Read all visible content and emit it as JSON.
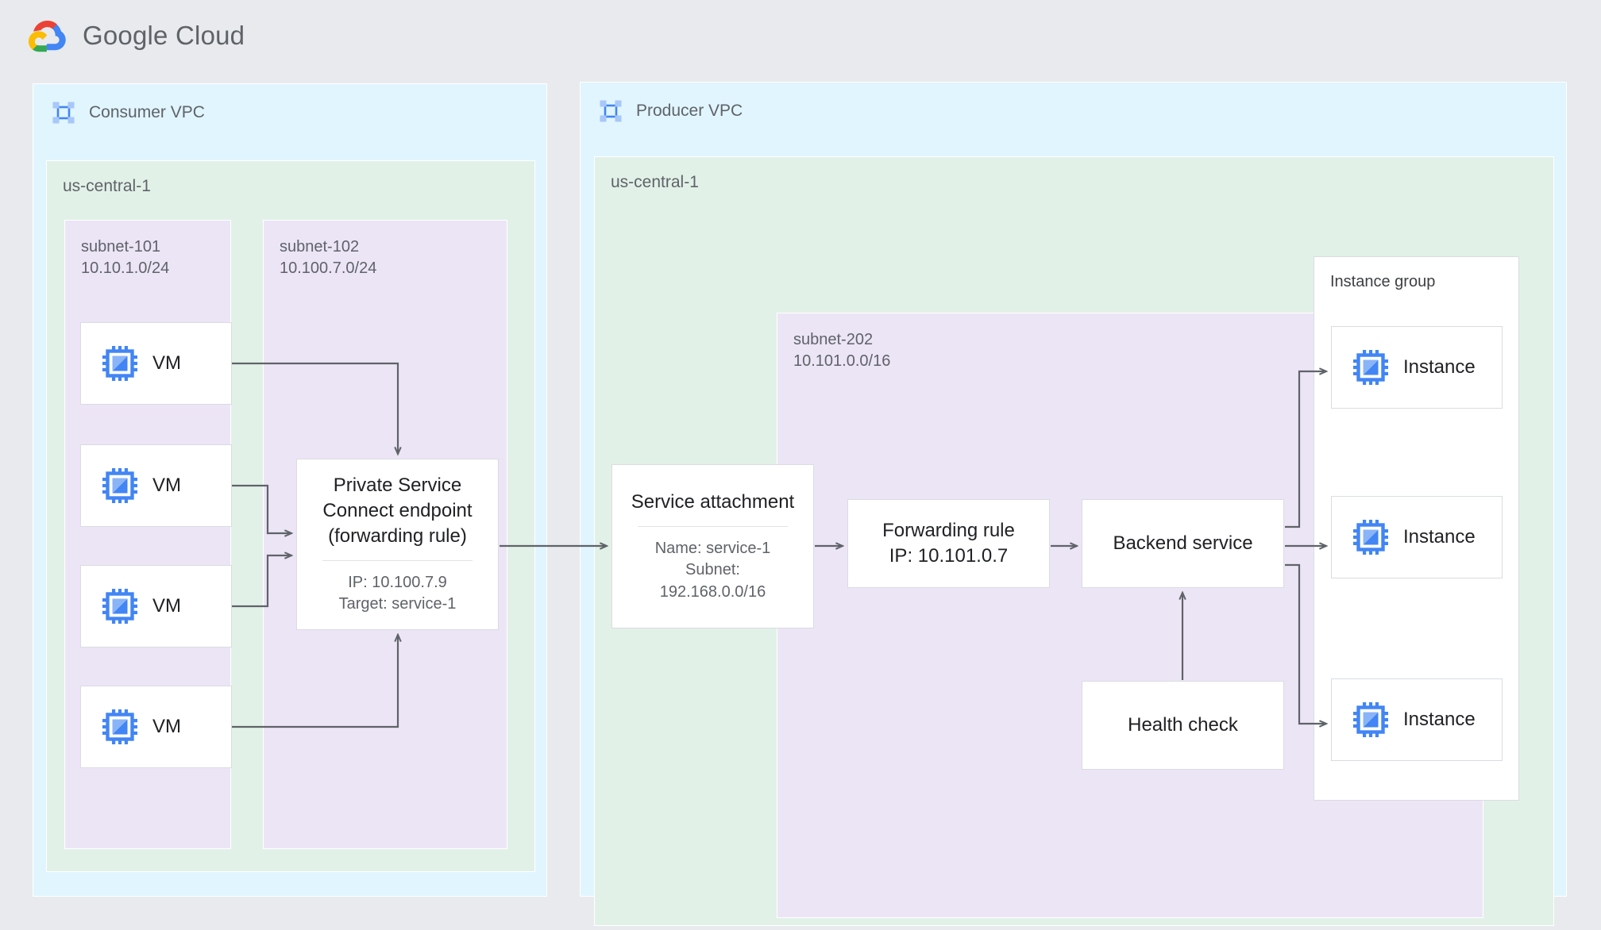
{
  "header": {
    "brand_google": "Google",
    "brand_cloud": "Cloud",
    "logo_icon": "google-cloud-logo-icon"
  },
  "colors": {
    "page_background": "#e8eaed",
    "vpc_fill": "#e1f5fe",
    "region_fill": "#e2f1e8",
    "subnet_fill": "#ece5f6",
    "card_fill": "#ffffff",
    "card_border": "#dadce0",
    "edge_stroke": "#5f6368",
    "text_primary": "#202124",
    "text_secondary": "#5f6368",
    "icon_blue": "#4285f4",
    "icon_blue_light": "#a0c3ff",
    "logo_red": "#ea4335",
    "logo_yellow": "#fbbc04",
    "logo_green": "#34a853",
    "logo_blue": "#4285f4"
  },
  "consumer": {
    "vpc_label": "Consumer VPC",
    "vpc_icon": "vpc-icon",
    "region_label": "us-central-1",
    "subnets": [
      {
        "name": "subnet-101",
        "cidr": "10.10.1.0/24"
      },
      {
        "name": "subnet-102",
        "cidr": "10.100.7.0/24"
      }
    ],
    "vms": [
      {
        "label": "VM",
        "icon": "vm-chip-icon"
      },
      {
        "label": "VM",
        "icon": "vm-chip-icon"
      },
      {
        "label": "VM",
        "icon": "vm-chip-icon"
      },
      {
        "label": "VM",
        "icon": "vm-chip-icon"
      }
    ],
    "psc_endpoint": {
      "title": "Private Service\nConnect endpoint\n(forwarding rule)",
      "details": "IP: 10.100.7.9\nTarget: service-1"
    }
  },
  "producer": {
    "vpc_label": "Producer VPC",
    "vpc_icon": "vpc-icon",
    "region_label": "us-central-1",
    "subnet": {
      "name": "subnet-202",
      "cidr": "10.101.0.0/16"
    },
    "service_attachment": {
      "title": "Service attachment",
      "details": "Name: service-1\nSubnet:\n192.168.0.0/16"
    },
    "forwarding_rule": {
      "title": "Forwarding rule\nIP: 10.101.0.7"
    },
    "backend_service": {
      "title": "Backend service"
    },
    "health_check": {
      "title": "Health check"
    },
    "instance_group": {
      "label": "Instance group",
      "instances": [
        {
          "label": "Instance",
          "icon": "vm-chip-icon"
        },
        {
          "label": "Instance",
          "icon": "vm-chip-icon"
        },
        {
          "label": "Instance",
          "icon": "vm-chip-icon"
        }
      ]
    }
  }
}
